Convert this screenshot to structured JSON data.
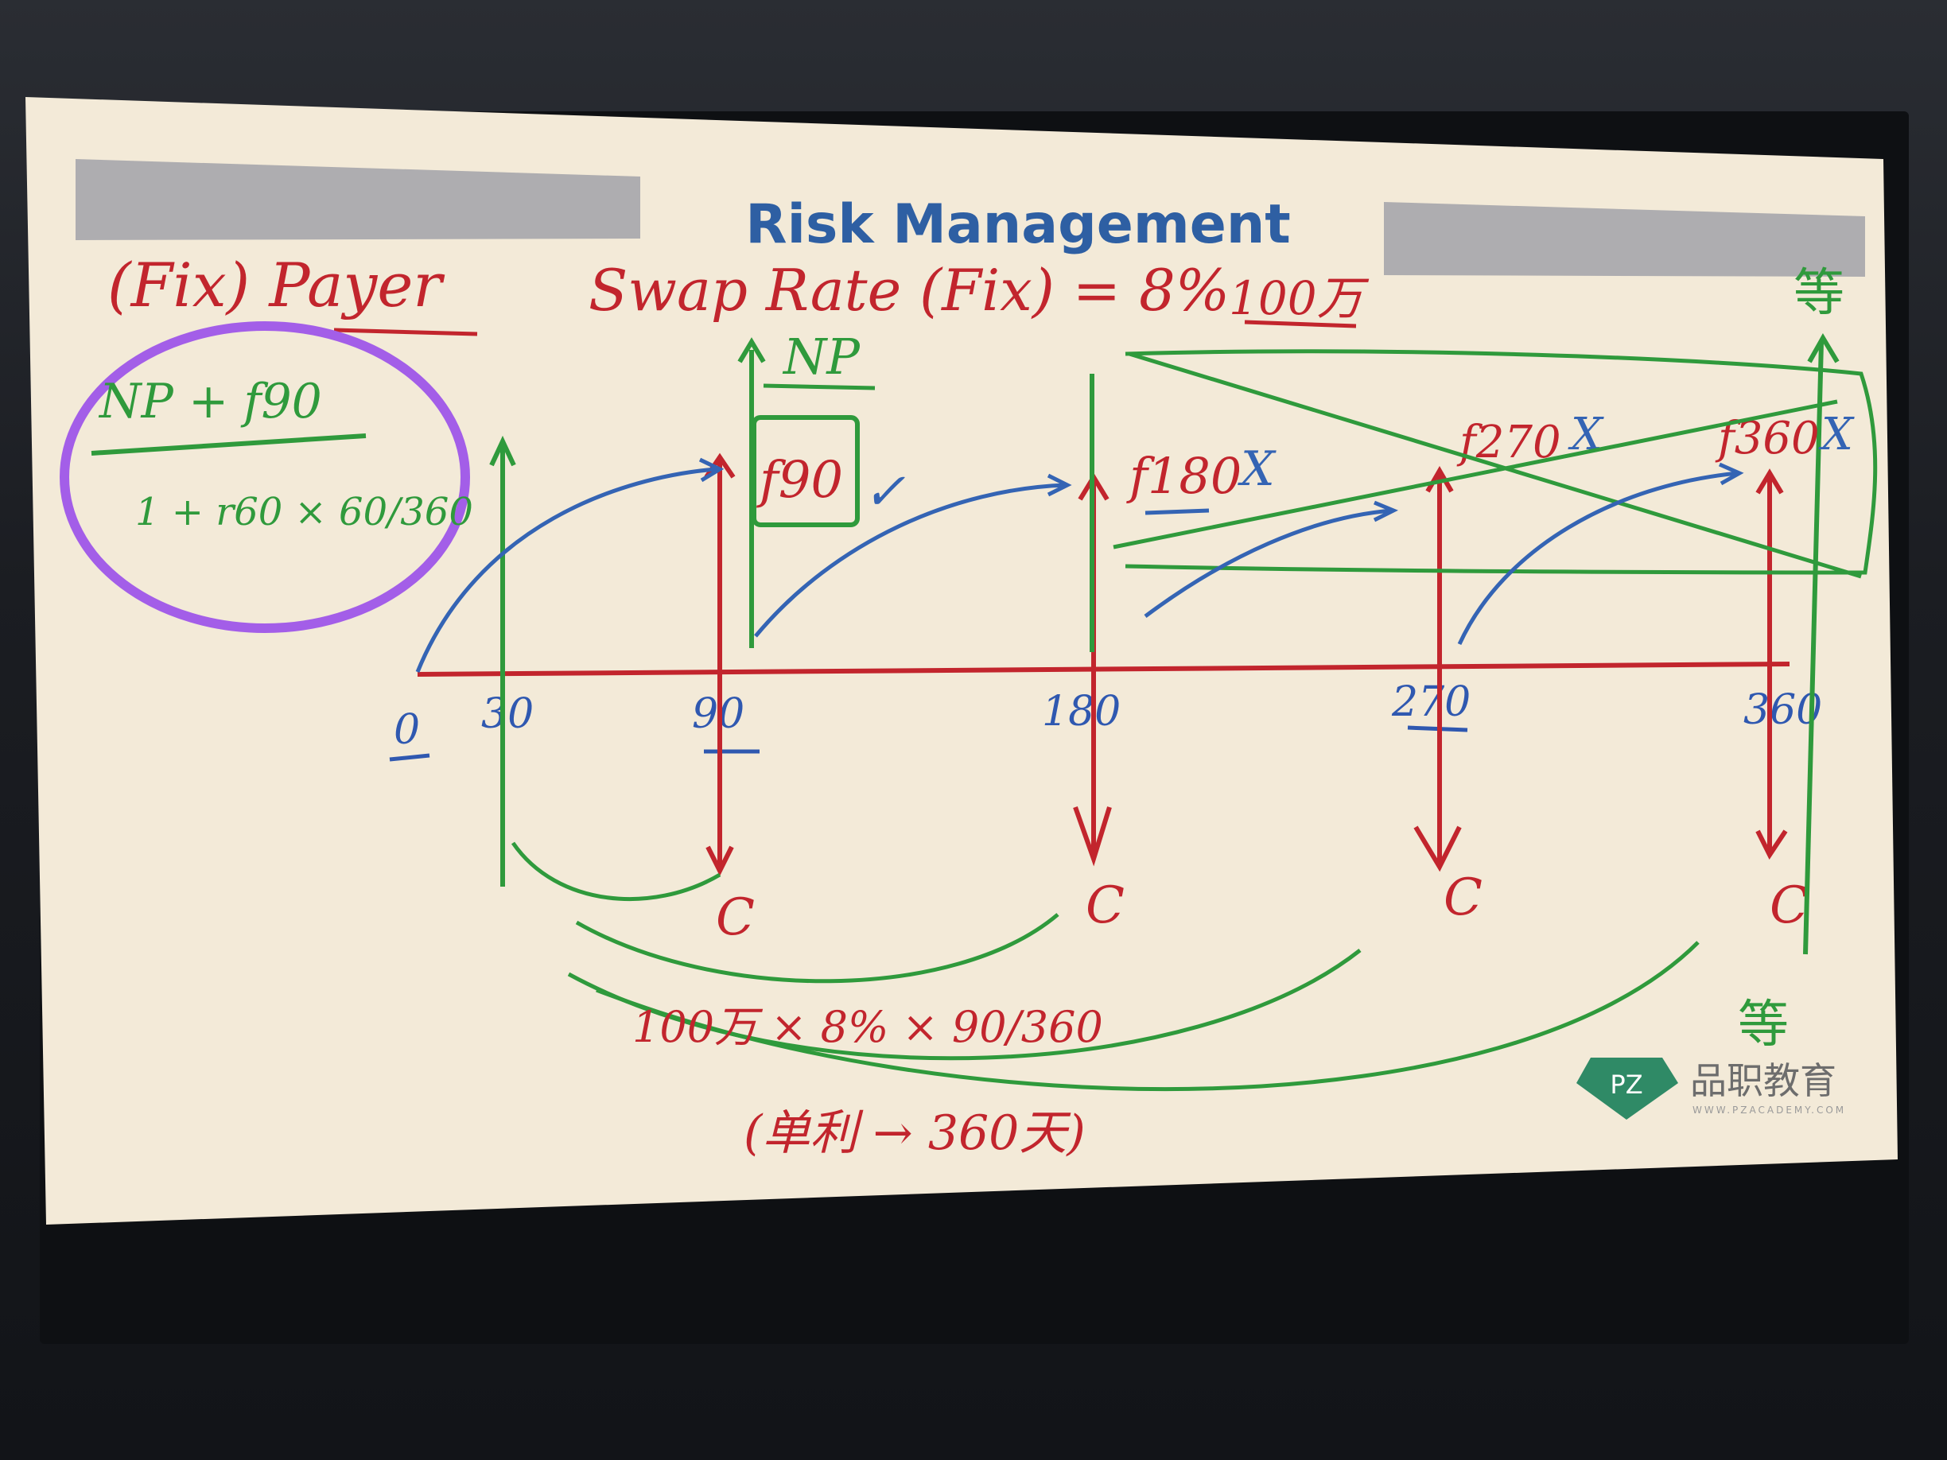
{
  "slide": {
    "title": "Risk Management"
  },
  "annotations": {
    "payer_label": "(Fix) Payer",
    "swap_rate": "Swap Rate (Fix) = 8%",
    "notional": "100万",
    "circled_formula_numerator": "NP + f90",
    "circled_formula_denominator": "1 + r60 × 60/360",
    "np_label": "NP",
    "f90_label": "f90",
    "check_mark": "✓",
    "f180_label": "f180",
    "f270_label": "f270",
    "f360_label": "f360",
    "cross_mark": "X",
    "coupon_formula": "100万 × 8% × 90/360",
    "note_bottom": "(单利 → 360天)",
    "equal_sign_top": "等",
    "equal_sign_bottom": "等"
  },
  "timeline": {
    "ticks": [
      "0",
      "30",
      "90",
      "180",
      "270",
      "360"
    ],
    "cash_label": "C"
  },
  "logo": {
    "mark": "PZ",
    "name": "品职教育",
    "url": "WWW.PZACADEMY.COM"
  },
  "colors": {
    "slide_bg": "#f3ead8",
    "title_blue": "#2e5fa3",
    "ink_red": "#c2252d",
    "ink_green": "#2f9a3c",
    "ink_blue": "#3464b4",
    "ink_purple": "#a35ee8",
    "gray_bar": "#aeadb0",
    "logo_green": "#2f8a66"
  }
}
